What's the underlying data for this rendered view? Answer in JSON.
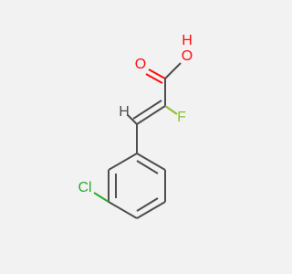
{
  "molecule": {
    "atoms": {
      "oxygen_carbonyl": {
        "label": "O",
        "color": "#ff0d0d"
      },
      "hydroxyl_o": {
        "label": "O",
        "color": "#ff0d0d"
      },
      "hydroxyl_h": {
        "label": "H",
        "color": "#ff0d0d"
      },
      "vinyl_h": {
        "label": "H",
        "color": "#4d4d4d"
      },
      "fluorine": {
        "label": "F",
        "color": "#8bbd33"
      },
      "chlorine": {
        "label": "Cl",
        "color": "#2ea82e"
      }
    },
    "bond_color": "#4d4d4d"
  }
}
